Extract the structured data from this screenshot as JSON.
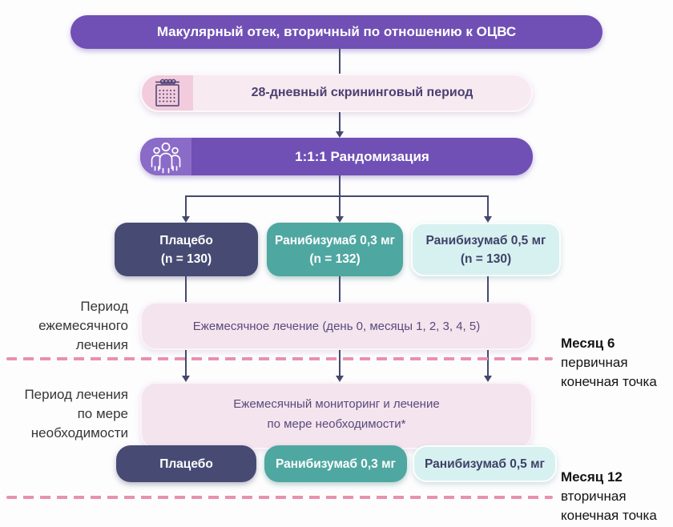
{
  "diagram": {
    "title": "Макулярный отек, вторичный по отношению к ОЦВС",
    "screening": {
      "label": "28-дневный скрининговый период",
      "icon": "calendar-icon"
    },
    "randomization": {
      "label": "1:1:1 Рандомизация",
      "icon": "people-group-icon"
    },
    "arms": [
      {
        "name": "Плацебо",
        "n": "(n = 130)"
      },
      {
        "name": "Ранибизумаб 0,3 мг",
        "n": "(n = 132)"
      },
      {
        "name": "Ранибизумаб 0,5 мг",
        "n": "(n = 130)"
      }
    ],
    "monthly_treatment": {
      "label": "Ежемесячное лечение (день 0, месяцы 1, 2, 3, 4, 5)"
    },
    "prn": {
      "line1": "Ежемесячный мониторинг и лечение",
      "line2": "по мере необходимости*"
    },
    "bottom_arms": [
      {
        "name": "Плацебо"
      },
      {
        "name": "Ранибизумаб 0,3 мг"
      },
      {
        "name": "Ранибизумаб 0,5 мг"
      }
    ],
    "period_labels": [
      {
        "lines": [
          "Период",
          "ежемесячного",
          "лечения"
        ]
      },
      {
        "lines": [
          "Период лечения",
          "по мере",
          "необходимости"
        ]
      }
    ],
    "milestones": [
      {
        "title": "Месяц 6",
        "desc1": "первичная",
        "desc2": "конечная точка"
      },
      {
        "title": "Месяц 12",
        "desc1": "вторичная",
        "desc2": "конечная точка"
      }
    ],
    "colors": {
      "purple": "#7050B5",
      "purple_light": "#8A6BC8",
      "navy": "#474B73",
      "teal": "#4FA7A1",
      "cyan_light": "#D7F1F1",
      "pink_box": "#F4E4ED",
      "pink_icon_bg": "#F2CBDC",
      "dash_pink": "#E891B0",
      "connector": "#45486E",
      "text_dark_purple": "#4B3F72"
    }
  }
}
